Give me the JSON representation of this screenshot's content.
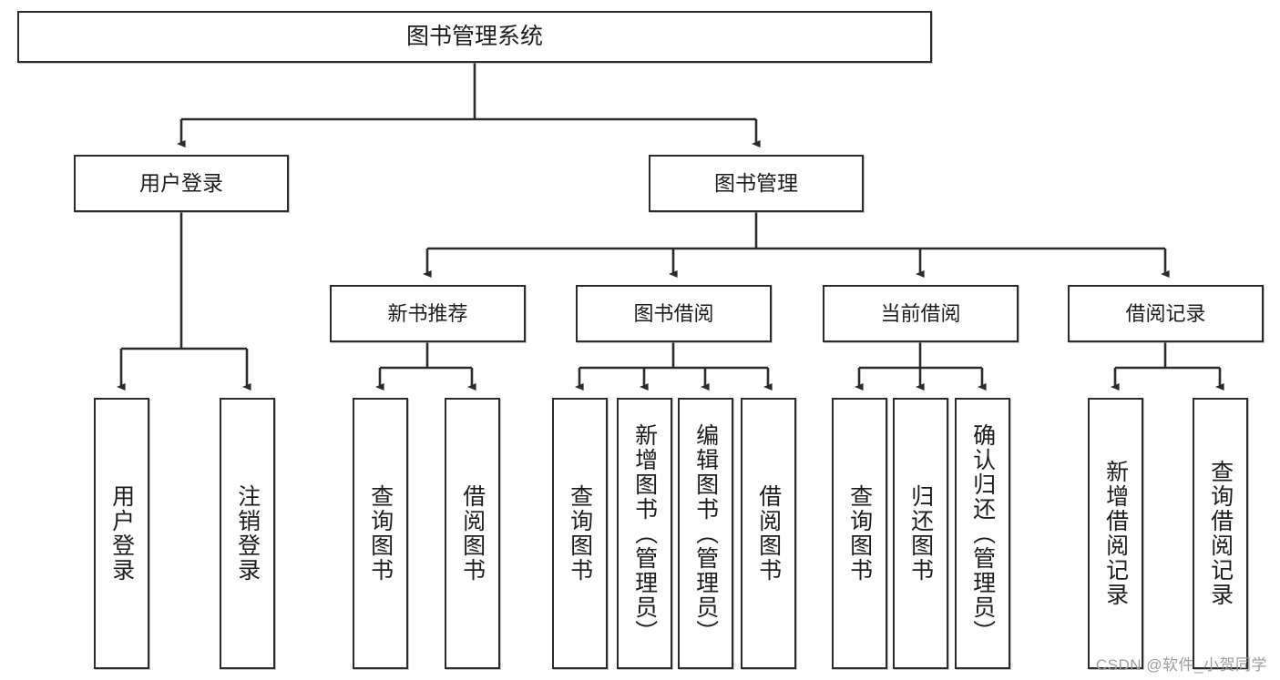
{
  "diagram": {
    "type": "tree-hierarchy-chart",
    "title": "图书管理系统",
    "watermark": "CSDN @软件_小贺同学",
    "colors": {
      "box_border": "#2b2b2b",
      "box_fill": "#ffffff",
      "connector": "#2b2b2b",
      "text": "#1d1d1d",
      "watermark": "#9e9e9e",
      "background": "#ffffff"
    },
    "root": {
      "label": "图书管理系统"
    },
    "level2": [
      {
        "id": "user-login",
        "label": "用户登录"
      },
      {
        "id": "book-management",
        "label": "图书管理"
      }
    ],
    "level3": [
      {
        "id": "new-book-recommend",
        "label": "新书推荐",
        "parent": "book-management"
      },
      {
        "id": "book-borrow",
        "label": "图书借阅",
        "parent": "book-management"
      },
      {
        "id": "current-borrow",
        "label": "当前借阅",
        "parent": "book-management"
      },
      {
        "id": "borrow-record",
        "label": "借阅记录",
        "parent": "book-management"
      }
    ],
    "leaves": [
      {
        "id": "leaf-user-login",
        "label": "用户登录",
        "parent": "user-login"
      },
      {
        "id": "leaf-logout-login",
        "label": "注销登录",
        "parent": "user-login"
      },
      {
        "id": "leaf-query-book-1",
        "label": "查询图书",
        "parent": "new-book-recommend"
      },
      {
        "id": "leaf-borrow-book-1",
        "label": "借阅图书",
        "parent": "new-book-recommend"
      },
      {
        "id": "leaf-query-book-2",
        "label": "查询图书",
        "parent": "book-borrow"
      },
      {
        "id": "leaf-add-book",
        "label": "新增图书（管理员）",
        "parent": "book-borrow"
      },
      {
        "id": "leaf-edit-book",
        "label": "编辑图书（管理员）",
        "parent": "book-borrow"
      },
      {
        "id": "leaf-borrow-book-2",
        "label": "借阅图书",
        "parent": "book-borrow"
      },
      {
        "id": "leaf-query-book-3",
        "label": "查询图书",
        "parent": "current-borrow"
      },
      {
        "id": "leaf-return-book",
        "label": "归还图书",
        "parent": "current-borrow"
      },
      {
        "id": "leaf-confirm-return",
        "label": "确认归还（管理员）",
        "parent": "current-borrow"
      },
      {
        "id": "leaf-add-record",
        "label": "新增借阅记录",
        "parent": "borrow-record"
      },
      {
        "id": "leaf-query-record",
        "label": "查询借阅记录",
        "parent": "borrow-record"
      }
    ]
  }
}
